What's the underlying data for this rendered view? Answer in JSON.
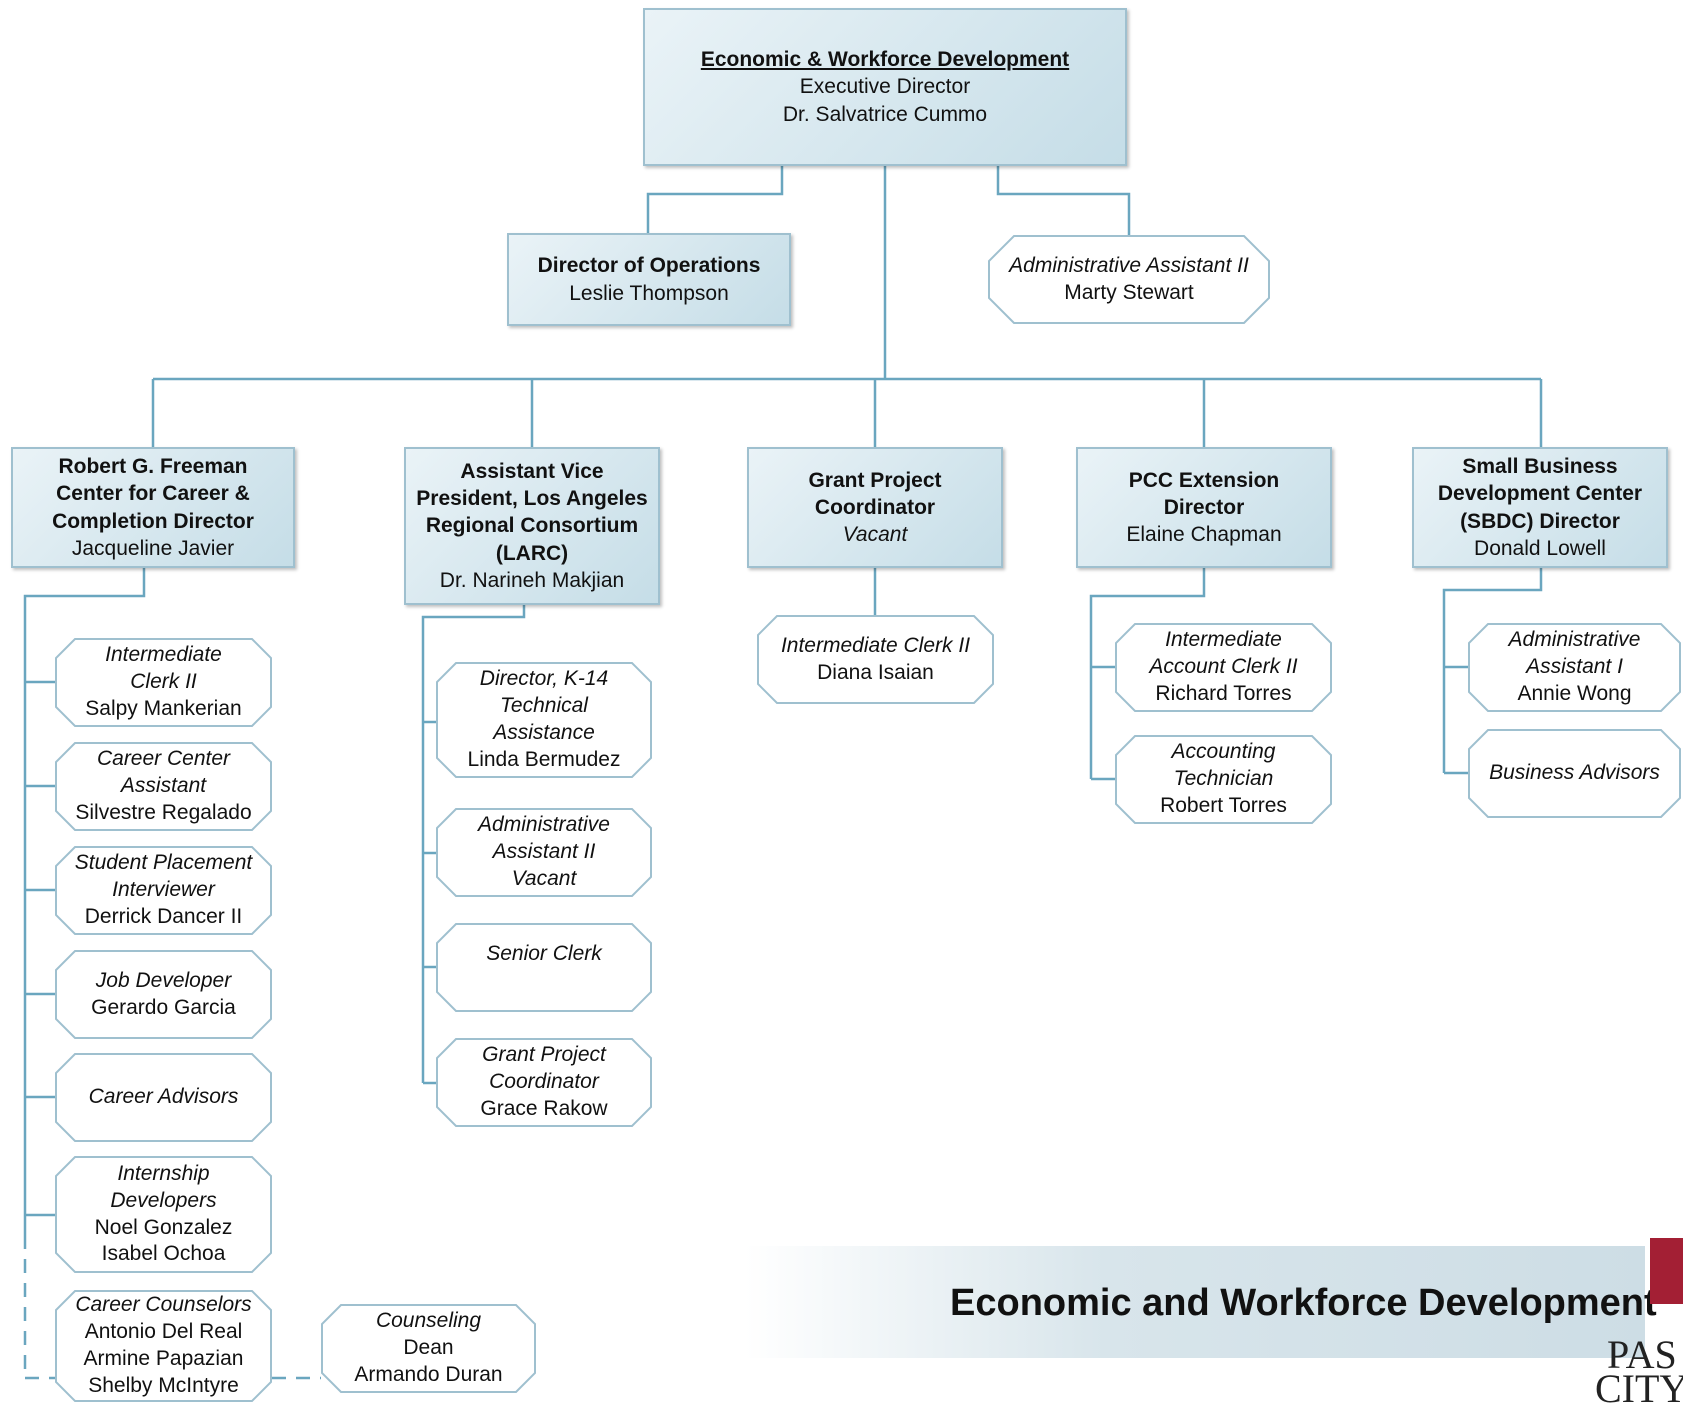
{
  "top": {
    "dept": "Economic & Workforce Development",
    "title": "Executive Director",
    "name": "Dr. Salvatrice Cummo"
  },
  "ops": {
    "title": "Director of Operations",
    "name": "Leslie Thompson"
  },
  "admin_asst": {
    "title": "Administrative Assistant II",
    "name": "Marty Stewart"
  },
  "freeman": {
    "title": [
      "Robert G. Freeman",
      "Center for Career &",
      "Completion Director"
    ],
    "name": "Jacqueline Javier",
    "staff": [
      {
        "title": [
          "Intermediate",
          "Clerk II"
        ],
        "names": [
          "Salpy Mankerian"
        ]
      },
      {
        "title": [
          "Career Center",
          "Assistant"
        ],
        "names": [
          "Silvestre Regalado"
        ]
      },
      {
        "title": [
          "Student Placement",
          "Interviewer"
        ],
        "names": [
          "Derrick Dancer II"
        ]
      },
      {
        "title": [
          "Job Developer"
        ],
        "names": [
          "Gerardo Garcia"
        ]
      },
      {
        "title": [
          "Career Advisors"
        ],
        "names": []
      },
      {
        "title": [
          "Internship",
          "Developers"
        ],
        "names": [
          "Noel Gonzalez",
          "Isabel Ochoa"
        ]
      },
      {
        "title": [
          "Career Counselors"
        ],
        "names": [
          "Antonio Del Real",
          "Armine Papazian",
          "Shelby McIntyre"
        ]
      }
    ],
    "counseling": {
      "title": [
        "Counseling"
      ],
      "names": [
        "Dean",
        "Armando Duran"
      ]
    }
  },
  "larc": {
    "title": [
      "Assistant Vice",
      "President, Los Angeles",
      "Regional Consortium",
      "(LARC)"
    ],
    "name": "Dr. Narineh Makjian",
    "staff": [
      {
        "title": [
          "Director, K-14",
          "Technical",
          "Assistance"
        ],
        "names": [
          "Linda Bermudez"
        ]
      },
      {
        "title": [
          "Administrative",
          "Assistant II",
          "Vacant"
        ],
        "names": []
      },
      {
        "title": [
          "Senior Clerk"
        ],
        "names": []
      },
      {
        "title": [
          "Grant Project",
          "Coordinator"
        ],
        "names": [
          "Grace Rakow"
        ]
      }
    ]
  },
  "grant": {
    "title": [
      "Grant Project",
      "Coordinator"
    ],
    "name": "Vacant",
    "staff": [
      {
        "title": [
          "Intermediate Clerk II"
        ],
        "names": [
          "Diana Isaian"
        ]
      }
    ]
  },
  "pcc": {
    "title": [
      "PCC Extension",
      "Director"
    ],
    "name": "Elaine Chapman",
    "staff": [
      {
        "title": [
          "Intermediate",
          "Account Clerk II"
        ],
        "names": [
          "Richard Torres"
        ]
      },
      {
        "title": [
          "Accounting",
          "Technician"
        ],
        "names": [
          "Robert Torres"
        ]
      }
    ]
  },
  "sbdc": {
    "title": [
      "Small Business",
      "Development Center",
      "(SBDC) Director"
    ],
    "name": "Donald Lowell",
    "staff": [
      {
        "title": [
          "Administrative",
          "Assistant I"
        ],
        "names": [
          "Annie Wong"
        ]
      },
      {
        "title": [
          "Business Advisors"
        ],
        "names": []
      }
    ]
  },
  "banner": {
    "title": "Economic and Workforce Development"
  },
  "logo": {
    "line1": "PAS",
    "line2": "CITY C"
  },
  "colors": {
    "line": "#6aa6bf",
    "box_border": "#9fc0cf",
    "logo": "#a31f34"
  }
}
